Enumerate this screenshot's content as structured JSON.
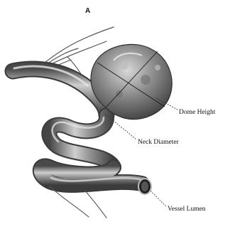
{
  "figure": {
    "panel_label": "A",
    "labels": {
      "dome_height": "Dome Height",
      "neck_diameter": "Neck Diameter",
      "vessel_lumen": "Vessel Lumen"
    }
  },
  "colors": {
    "background": "#ffffff",
    "vessel_dark": "#3a3a3a",
    "vessel_light": "#d8d8d8",
    "text": "#111111"
  },
  "icons": {
    "aneurysm": "aneurysm-sac-illustration",
    "vessel": "tortuous-artery-illustration"
  }
}
